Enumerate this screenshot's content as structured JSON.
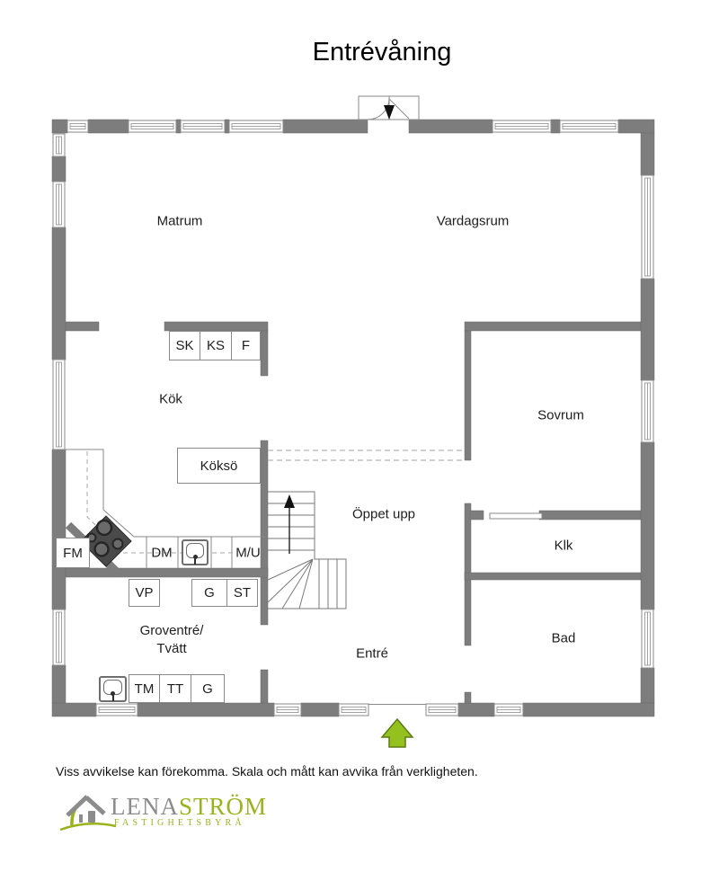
{
  "title": "Entrévåning",
  "rooms": {
    "matrum": "Matrum",
    "vardagsrum": "Vardagsrum",
    "kok": "Kök",
    "sovrum": "Sovrum",
    "oppet_upp": "Öppet upp",
    "klk": "Klk",
    "bad": "Bad",
    "entre": "Entré",
    "groventre_line1": "Groventré/",
    "groventre_line2": "Tvätt"
  },
  "fixtures": {
    "sk": "SK",
    "ks": "KS",
    "f": "F",
    "kokso": "Köksö",
    "fm": "FM",
    "dm": "DM",
    "mu": "M/U",
    "vp": "VP",
    "g_upper": "G",
    "st": "ST",
    "tm": "TM",
    "tt": "TT",
    "g_lower": "G"
  },
  "footer": {
    "disclaimer": "Viss avvikelse kan förekomma. Skala och mått kan avvika från verkligheten.",
    "logo": {
      "name_gray": "LENA",
      "name_green": "STRÖM",
      "subtitle": "FASTIGHETSBYRÅ"
    }
  },
  "colors": {
    "wall_gray": "#7d7d7d",
    "accent_green": "#95c11f",
    "logo_gray": "#8c8c8c",
    "logo_green": "#9ab21c"
  },
  "icons": {
    "entrance-arrow-icon": "green up arrow marking the entry",
    "stair-direction-icon": "black up arrow on staircase",
    "door-swing-icon": "quarter-circle door swing arc",
    "stove-icon": "diamond cooktop with four burners",
    "kitchen-sink-icon": "basin with tap",
    "laundry-sink-icon": "basin with tap"
  }
}
